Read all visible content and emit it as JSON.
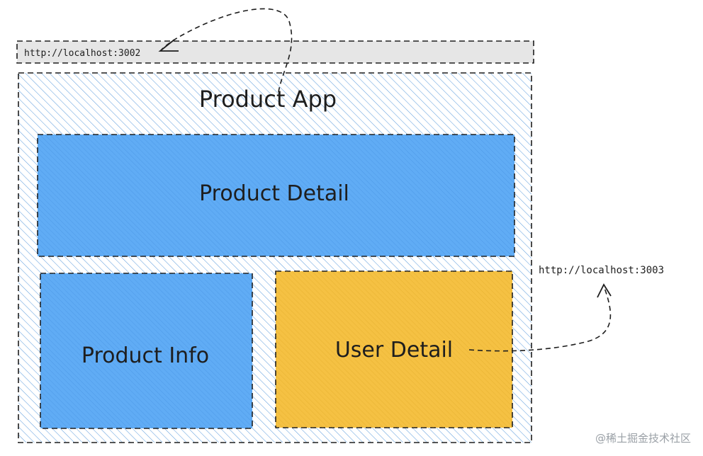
{
  "urls": {
    "host_url": "http://localhost:3002",
    "remote_url": "http://localhost:3003"
  },
  "boxes": {
    "app_title": "Product App",
    "product_detail": "Product Detail",
    "product_info": "Product Info",
    "user_detail": "User Detail"
  },
  "watermark": "@稀土掘金技术社区",
  "colors": {
    "hatch_blue": "#4a90d9",
    "box_blue": "#60acf5",
    "box_yellow": "#f5c143",
    "url_bar": "#e6e6e6",
    "stroke": "#1e1e1e"
  }
}
